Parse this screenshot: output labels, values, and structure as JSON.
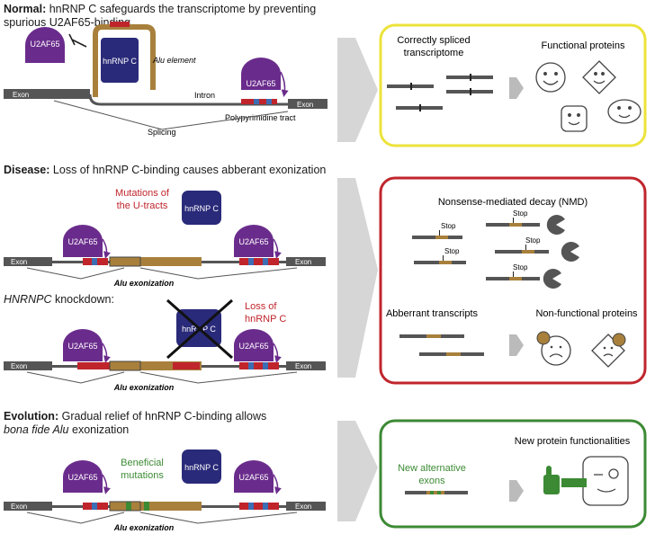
{
  "sections": {
    "normal": {
      "title_bold": "Normal:",
      "title_line1": "hnRNP C safeguards the transcriptome by preventing",
      "title_line2": "spurious U2AF65-binding",
      "alu_element": "Alu element",
      "intron": "Intron",
      "polypyrimidine": "Polypyrimidine tract",
      "splicing": "Splicing",
      "box_left_title_1": "Correctly spliced",
      "box_left_title_2": "transcriptome",
      "box_right_title": "Functional proteins"
    },
    "disease": {
      "title_bold": "Disease:",
      "title_rest": "Loss of hnRNP C-binding causes abberant exonization",
      "mutations_1": "Mutations of",
      "mutations_2": "the U-tracts",
      "alu_exonization": "Alu exonization",
      "knockdown_italic": "HNRNPC",
      "knockdown_rest": "knockdown:",
      "loss_1": "Loss of",
      "loss_2": "hnRNP C",
      "nmd_title": "Nonsense-mediated decay (NMD)",
      "stop": "Stop",
      "aberrant_title": "Abberrant transcripts",
      "nonfunctional_title": "Non-functional proteins"
    },
    "evolution": {
      "title_bold": "Evolution:",
      "title_line1": "Gradual relief of hnRNP C-binding allows",
      "title_line2_italic": "bona fide Alu",
      "title_line2_rest": "exonization",
      "beneficial_1": "Beneficial",
      "beneficial_2": "mutations",
      "alu_exonization": "Alu exonization",
      "new_exons_1": "New alternative",
      "new_exons_2": "exons",
      "new_functionalities": "New protein functionalities"
    }
  },
  "labels": {
    "exon": "Exon",
    "u2af65": "U2AF65",
    "hnrnpc": "hnRNP C",
    "hnrnpc_crossed": "hnRNP C"
  },
  "colors": {
    "u2af65_purple": "#6a2c8c",
    "hnrnpc_navy": "#2a2a7a",
    "alu_brown": "#a8803c",
    "normal_box": "#ece33a",
    "disease_box": "#c0252c",
    "evolution_box": "#3c8a34",
    "mutation_red": "#c0252c",
    "beneficial_green": "#3c8a34",
    "exon_gray": "#555555"
  }
}
